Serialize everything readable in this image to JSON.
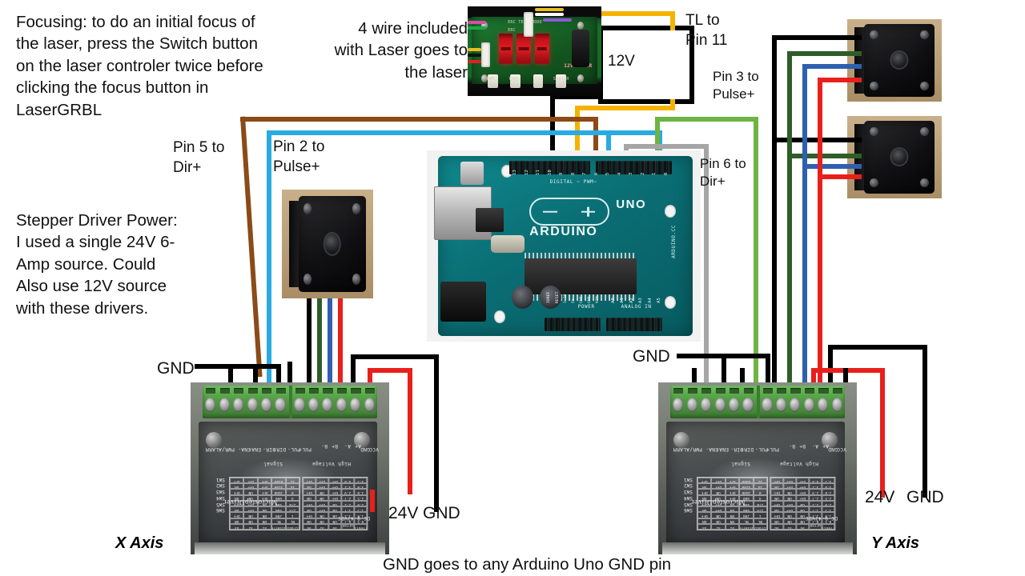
{
  "notes": {
    "focusing": "Focusing:  to do an initial focus of\nthe laser, press the Switch button\non the laser controler twice before\nclicking the focus button in\nLaserGRBL",
    "power": "Stepper Driver Power:\nI used a single 24V 6-\nAmp source.  Could\nAlso use 12V source\nwith these drivers.",
    "laser_wire": "4 wire included\nwith Laser goes to\nthe laser",
    "bottom_caption": "GND goes to any Arduino Uno GND pin"
  },
  "labels": {
    "twelve_volt": "12V",
    "tl_to_pin11": "TL to\nPin 11",
    "pin3_pulse": "Pin 3 to\nPulse+",
    "pin6_dir": "Pin 6 to\nDir+",
    "pin5_dir": "Pin 5 to\nDir+",
    "pin2_pulse": "Pin 2 to\nPulse+",
    "gnd_left": "GND",
    "gnd_right": "GND",
    "x_24v": "24V",
    "x_gnd": "GND",
    "y_24v": "24V",
    "y_gnd": "GND",
    "x_axis": "X Axis",
    "y_axis": "Y Axis"
  },
  "arduino": {
    "brand": "ARDUINO",
    "model": "UNO",
    "url": "ARDUINO.CC",
    "digital_header": "DIGITAL ~ PWM",
    "power_header": "POWER",
    "analog_header": "ANALOG IN",
    "digital_pins": [
      "13",
      "12",
      "11",
      "10",
      "9",
      "8",
      "7",
      "6",
      "5",
      "4",
      "3",
      "2",
      "1",
      "0"
    ],
    "serial_pins": [
      "TX",
      "RX"
    ],
    "analog_pins": [
      "A0",
      "A1",
      "A2",
      "A3",
      "A4",
      "A5"
    ],
    "power_pins": [
      "IOREF",
      "RESET",
      "3.3V",
      "5V",
      "GND",
      "GND",
      "VIN"
    ],
    "icsp": "ICSP",
    "on_led": "ON"
  },
  "laser_controller": {
    "display": "8.8.8.",
    "power_label": "12V POWER",
    "buttons": [
      "PWM-",
      "PWM+",
      "TTL",
      "SWITCH"
    ],
    "top_silk": "ERC  TEST MODE"
  },
  "driver": {
    "brand": "MicrostepDriver",
    "alarm": "PWR/ALARM",
    "signal_group": "Signal",
    "high_voltage_group": "High Voltage",
    "terminals": [
      "ENA-",
      "ENA+",
      "DIR-",
      "DIR+",
      "PUL-",
      "PUL+",
      "B-",
      "B+",
      "A-",
      "A+",
      "GND",
      "VCC"
    ],
    "dc_range": "DC 9-42VDC",
    "switch_names": [
      "SW1",
      "SW2",
      "SW3",
      "SW4",
      "SW5",
      "SW6"
    ],
    "microstep_table": {
      "header": [
        "Microstep",
        "Pulse/rev",
        "S1",
        "S2",
        "S3"
      ],
      "rows": [
        [
          "NC",
          "NC",
          "ON",
          "ON",
          "ON"
        ],
        [
          "1",
          "200",
          "ON",
          "ON",
          "OFF"
        ],
        [
          "2/A",
          "400",
          "ON",
          "OFF",
          "ON"
        ],
        [
          "2/B",
          "400",
          "ON",
          "OFF",
          "OFF"
        ],
        [
          "4",
          "800",
          "OFF",
          "ON",
          "ON"
        ],
        [
          "8",
          "1600",
          "OFF",
          "ON",
          "OFF"
        ],
        [
          "16",
          "3200",
          "OFF",
          "OFF",
          "ON"
        ],
        [
          "32",
          "6400",
          "OFF",
          "OFF",
          "OFF"
        ]
      ]
    },
    "current_table": {
      "header": [
        "Current(A)",
        "Peak Current",
        "S4",
        "S5",
        "S6"
      ],
      "rows": [
        [
          "0.5",
          "0.7",
          "ON",
          "ON",
          "ON"
        ],
        [
          "1.0",
          "1.2",
          "ON",
          "ON",
          "OFF"
        ],
        [
          "1.5",
          "1.7",
          "ON",
          "OFF",
          "ON"
        ],
        [
          "2.0",
          "2.2",
          "ON",
          "OFF",
          "OFF"
        ],
        [
          "2.5",
          "2.7",
          "OFF",
          "ON",
          "ON"
        ],
        [
          "2.8",
          "2.9",
          "OFF",
          "ON",
          "OFF"
        ],
        [
          "3.0",
          "3.2",
          "OFF",
          "OFF",
          "ON"
        ],
        [
          "3.5",
          "4.0",
          "OFF",
          "OFF",
          "OFF"
        ]
      ]
    }
  },
  "wire_colors": {
    "black": "#000000",
    "yellow": "#F5B301",
    "brown": "#8B4A17",
    "cyan": "#29ABE2",
    "green": "#6EB443",
    "gray": "#A6A6A6",
    "red": "#E8201C",
    "blue": "#2E5FB0",
    "dark_green": "#2E5E27"
  }
}
